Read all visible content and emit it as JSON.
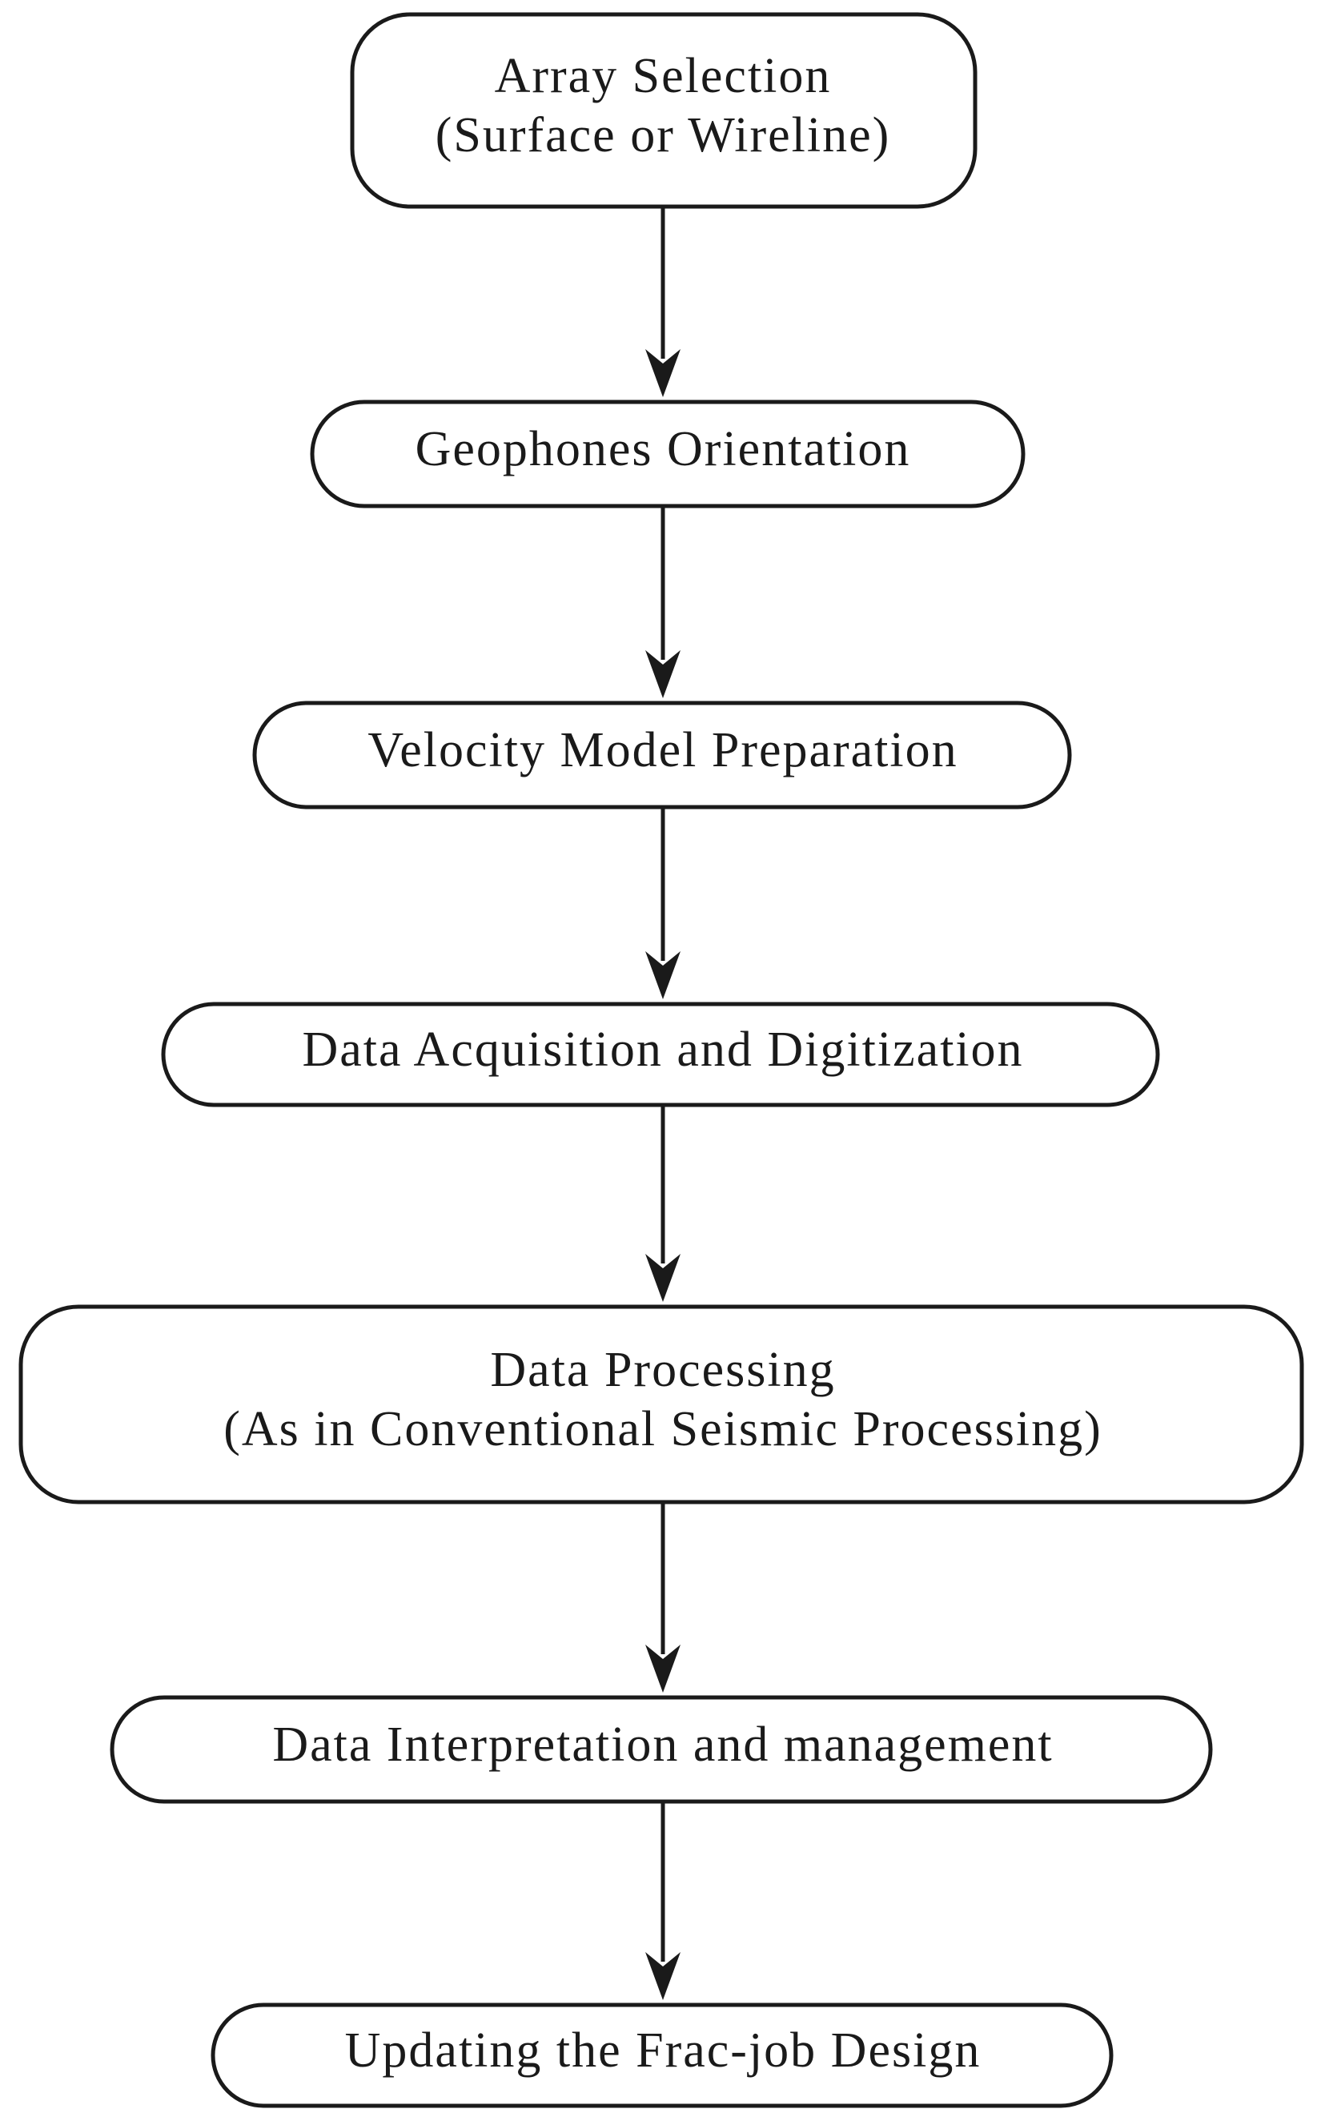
{
  "diagram": {
    "type": "flowchart",
    "direction": "top-to-bottom",
    "steps": [
      {
        "lines": [
          "Array Selection",
          "(Surface or Wireline)"
        ]
      },
      {
        "lines": [
          "Geophones Orientation"
        ]
      },
      {
        "lines": [
          "Velocity Model Preparation"
        ]
      },
      {
        "lines": [
          "Data Acquisition and Digitization"
        ]
      },
      {
        "lines": [
          "Data Processing",
          "(As in Conventional Seismic Processing)"
        ]
      },
      {
        "lines": [
          "Data Interpretation and management"
        ]
      },
      {
        "lines": [
          "Updating the Frac-job Design"
        ]
      }
    ],
    "edges": [
      {
        "from": 0,
        "to": 1
      },
      {
        "from": 1,
        "to": 2
      },
      {
        "from": 2,
        "to": 3
      },
      {
        "from": 3,
        "to": 4
      },
      {
        "from": 4,
        "to": 5
      },
      {
        "from": 5,
        "to": 6
      }
    ],
    "colors": {
      "stroke": "#1a1a1a",
      "fill": "#ffffff",
      "text": "#1a1a1a"
    }
  }
}
